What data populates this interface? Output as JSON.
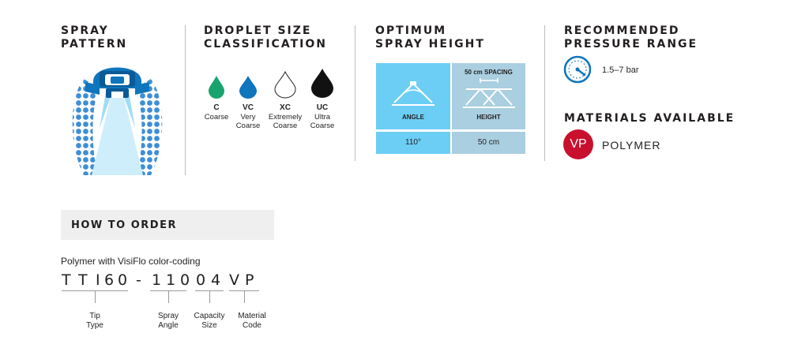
{
  "headings": {
    "spray_pattern": "SPRAY\nPATTERN",
    "droplet_size": "DROPLET SIZE\nCLASSIFICATION",
    "spray_height": "OPTIMUM\nSPRAY HEIGHT",
    "pressure_range": "RECOMMENDED\nPRESSURE RANGE",
    "materials": "MATERIALS AVAILABLE"
  },
  "droplets": [
    {
      "code": "C",
      "name": "Coarse",
      "color": "#1aa36f"
    },
    {
      "code": "VC",
      "name": "Very\nCoarse",
      "color": "#0f75bc"
    },
    {
      "code": "XC",
      "name": "Extremely\nCoarse",
      "color": "#ffffff"
    },
    {
      "code": "UC",
      "name": "Ultra\nCoarse",
      "color": "#111111"
    }
  ],
  "spray_height": {
    "spacing_label": "50 cm SPACING",
    "angle_label": "ANGLE",
    "height_label": "HEIGHT",
    "angle_value": "110°",
    "height_value": "50 cm"
  },
  "pressure": {
    "range": "1.5–7 bar"
  },
  "materials": {
    "badge": "VP",
    "name": "POLYMER"
  },
  "order": {
    "title": "HOW TO ORDER",
    "description": "Polymer with VisiFlo color-coding",
    "code_chars": [
      "T",
      "T",
      "I",
      "6",
      "0",
      "-",
      "1",
      "1",
      "0",
      "0",
      "4",
      "V",
      "P"
    ],
    "labels": [
      {
        "text": "Tip\nType"
      },
      {
        "text": "Spray\nAngle"
      },
      {
        "text": "Capacity\nSize"
      },
      {
        "text": "Material\nCode"
      }
    ]
  },
  "colors": {
    "brand_blue": "#0f75bc",
    "light_blue": "#6ccef5",
    "grey_blue": "#a9cfe0",
    "vp_red": "#c8102e"
  }
}
